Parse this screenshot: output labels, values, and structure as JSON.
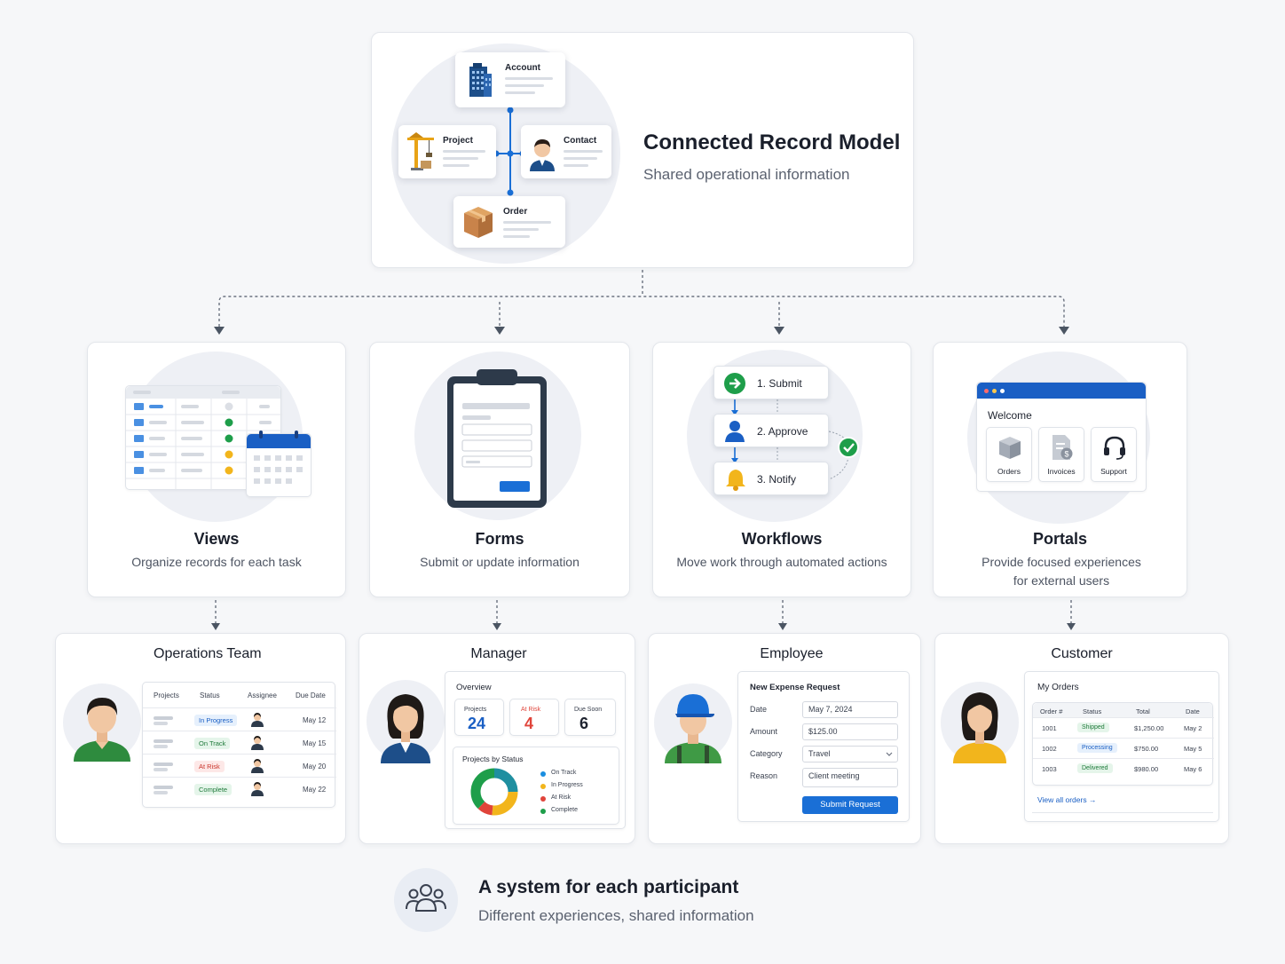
{
  "top": {
    "title": "Connected Record Model",
    "subtitle": "Shared operational information",
    "records": {
      "account": "Account",
      "project": "Project",
      "contact": "Contact",
      "order": "Order"
    }
  },
  "features": [
    {
      "title": "Views",
      "desc": "Organize records for each task"
    },
    {
      "title": "Forms",
      "desc": "Submit or update information"
    },
    {
      "title": "Workflows",
      "desc": "Move work through automated actions"
    },
    {
      "title": "Portals",
      "desc": "Provide focused experiences for external users"
    }
  ],
  "workflow_steps": [
    "1. Submit",
    "2. Approve",
    "3. Notify"
  ],
  "portal": {
    "welcome": "Welcome",
    "tiles": [
      "Orders",
      "Invoices",
      "Support"
    ]
  },
  "ops": {
    "title": "Operations Team",
    "headers": [
      "Projects",
      "Status",
      "Assignee",
      "Due Date"
    ],
    "rows": [
      {
        "status": "In Progress",
        "date": "May 12"
      },
      {
        "status": "On Track",
        "date": "May 15"
      },
      {
        "status": "At Risk",
        "date": "May 20"
      },
      {
        "status": "Complete",
        "date": "May 22"
      }
    ]
  },
  "manager": {
    "title": "Manager",
    "overview": "Overview",
    "stats": [
      {
        "label": "Projects",
        "value": "24"
      },
      {
        "label": "At Risk",
        "value": "4"
      },
      {
        "label": "Due Soon",
        "value": "6"
      }
    ],
    "chart_title": "Projects by Status",
    "legend": [
      "On Track",
      "In Progress",
      "At Risk",
      "Complete"
    ]
  },
  "employee": {
    "title": "Employee",
    "form_title": "New Expense Request",
    "fields": [
      {
        "label": "Date",
        "value": "May 7, 2024"
      },
      {
        "label": "Amount",
        "value": "$125.00"
      },
      {
        "label": "Category",
        "value": "Travel"
      },
      {
        "label": "Reason",
        "value": "Client meeting"
      }
    ],
    "submit": "Submit Request"
  },
  "customer": {
    "title": "Customer",
    "section": "My Orders",
    "headers": [
      "Order #",
      "Status",
      "Total",
      "Date"
    ],
    "rows": [
      {
        "order": "1001",
        "status": "Shipped",
        "total": "$1,250.00",
        "date": "May 2"
      },
      {
        "order": "1002",
        "status": "Processing",
        "total": "$750.00",
        "date": "May 5"
      },
      {
        "order": "1003",
        "status": "Delivered",
        "total": "$980.00",
        "date": "May 6"
      }
    ],
    "link": "View all orders"
  },
  "footer": {
    "title": "A system for each participant",
    "subtitle": "Different experiences, shared information"
  },
  "colors": {
    "accent": "#1a6fd6",
    "green": "#1e9e4a",
    "amber": "#f2b51c",
    "red": "#e0443a",
    "teal": "#1f8fa0"
  }
}
